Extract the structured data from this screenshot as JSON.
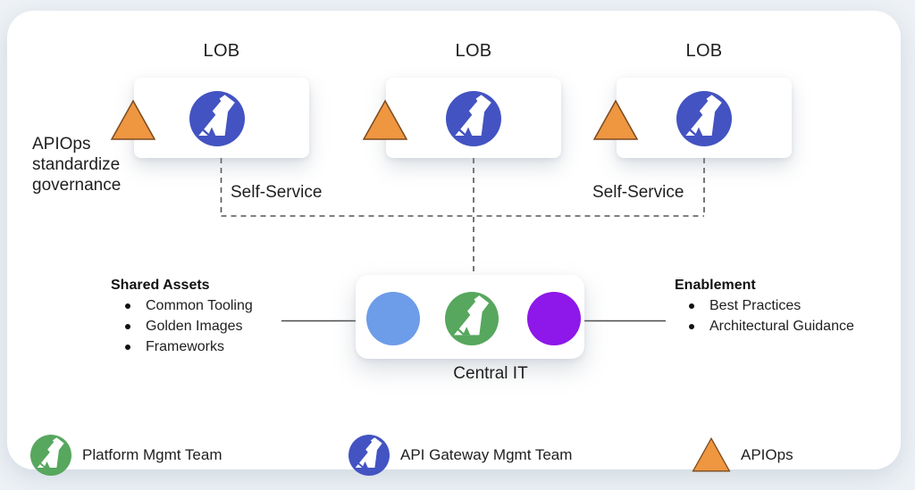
{
  "lob": {
    "label": "LOB"
  },
  "annotations": {
    "apiops_note": "APIOps\nstandardize\ngovernance",
    "self_service": "Self-Service"
  },
  "shared_assets": {
    "title": "Shared Assets",
    "items": [
      "Common Tooling",
      "Golden Images",
      "Frameworks"
    ]
  },
  "enablement": {
    "title": "Enablement",
    "items": [
      "Best Practices",
      "Architectural Guidance"
    ]
  },
  "central": {
    "label": "Central IT"
  },
  "legend": {
    "items": [
      {
        "icon": "kong-circle-green",
        "label": "Platform Mgmt Team"
      },
      {
        "icon": "kong-circle-blue",
        "label": "API Gateway Mgmt Team"
      },
      {
        "icon": "apiops-triangle",
        "label": "APIOps"
      }
    ]
  },
  "colors": {
    "background": "#eef2f6",
    "card_white": "#ffffff",
    "gateway_blue": "#4353c2",
    "platform_green": "#57a75e",
    "shared_light_blue": "#6d9ce8",
    "enablement_purple": "#8d18e9",
    "apiops_orange": "#ee9640",
    "triangle_outline": "#7b4a1e",
    "line_gray": "#555555"
  }
}
